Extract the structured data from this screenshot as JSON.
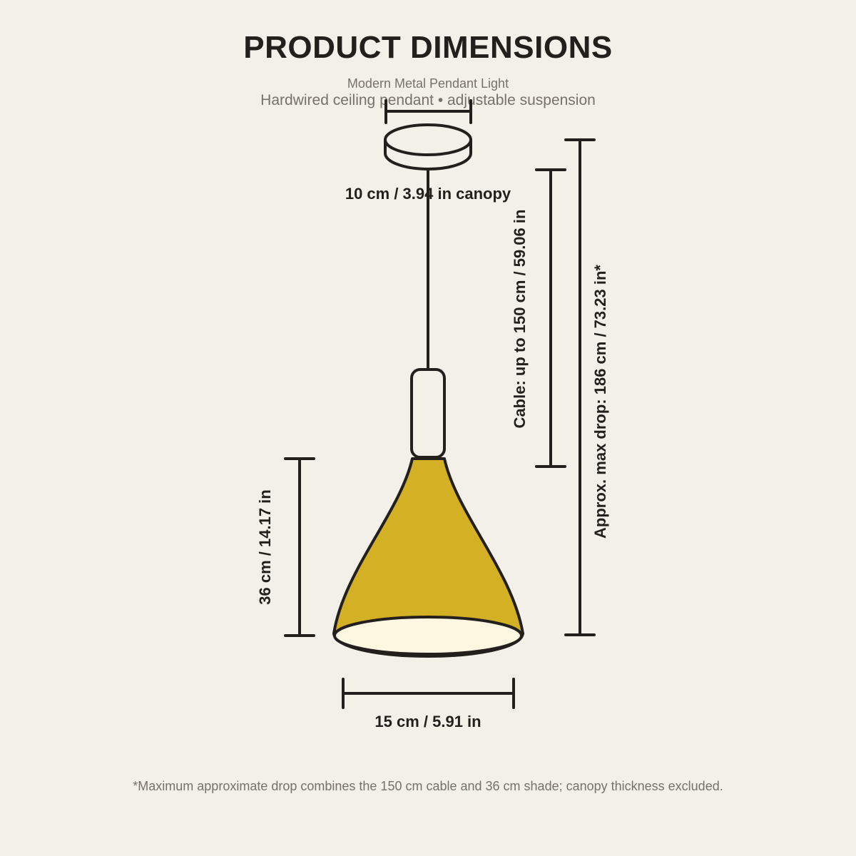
{
  "header": {
    "title": "PRODUCT DIMENSIONS",
    "subtitle": "Modern Metal Pendant Light",
    "description": "Hardwired ceiling pendant • adjustable suspension"
  },
  "dimensions": {
    "canopy": "10 cm / 3.94 in canopy",
    "cable": "Cable: up to 150 cm / 59.06 in",
    "max_drop": "Approx. max drop: 186 cm / 73.23 in*",
    "shade_height": "36 cm / 14.17 in",
    "shade_width": "15 cm / 5.91 in"
  },
  "footnote": "*Maximum approximate drop combines the 150 cm cable and 36 cm shade; canopy thickness excluded.",
  "colors": {
    "background": "#f3efe9",
    "line": "#231f1c",
    "shade": "#d4b124",
    "shade_inner": "#fdf7e1",
    "muted_text": "#77716b"
  }
}
